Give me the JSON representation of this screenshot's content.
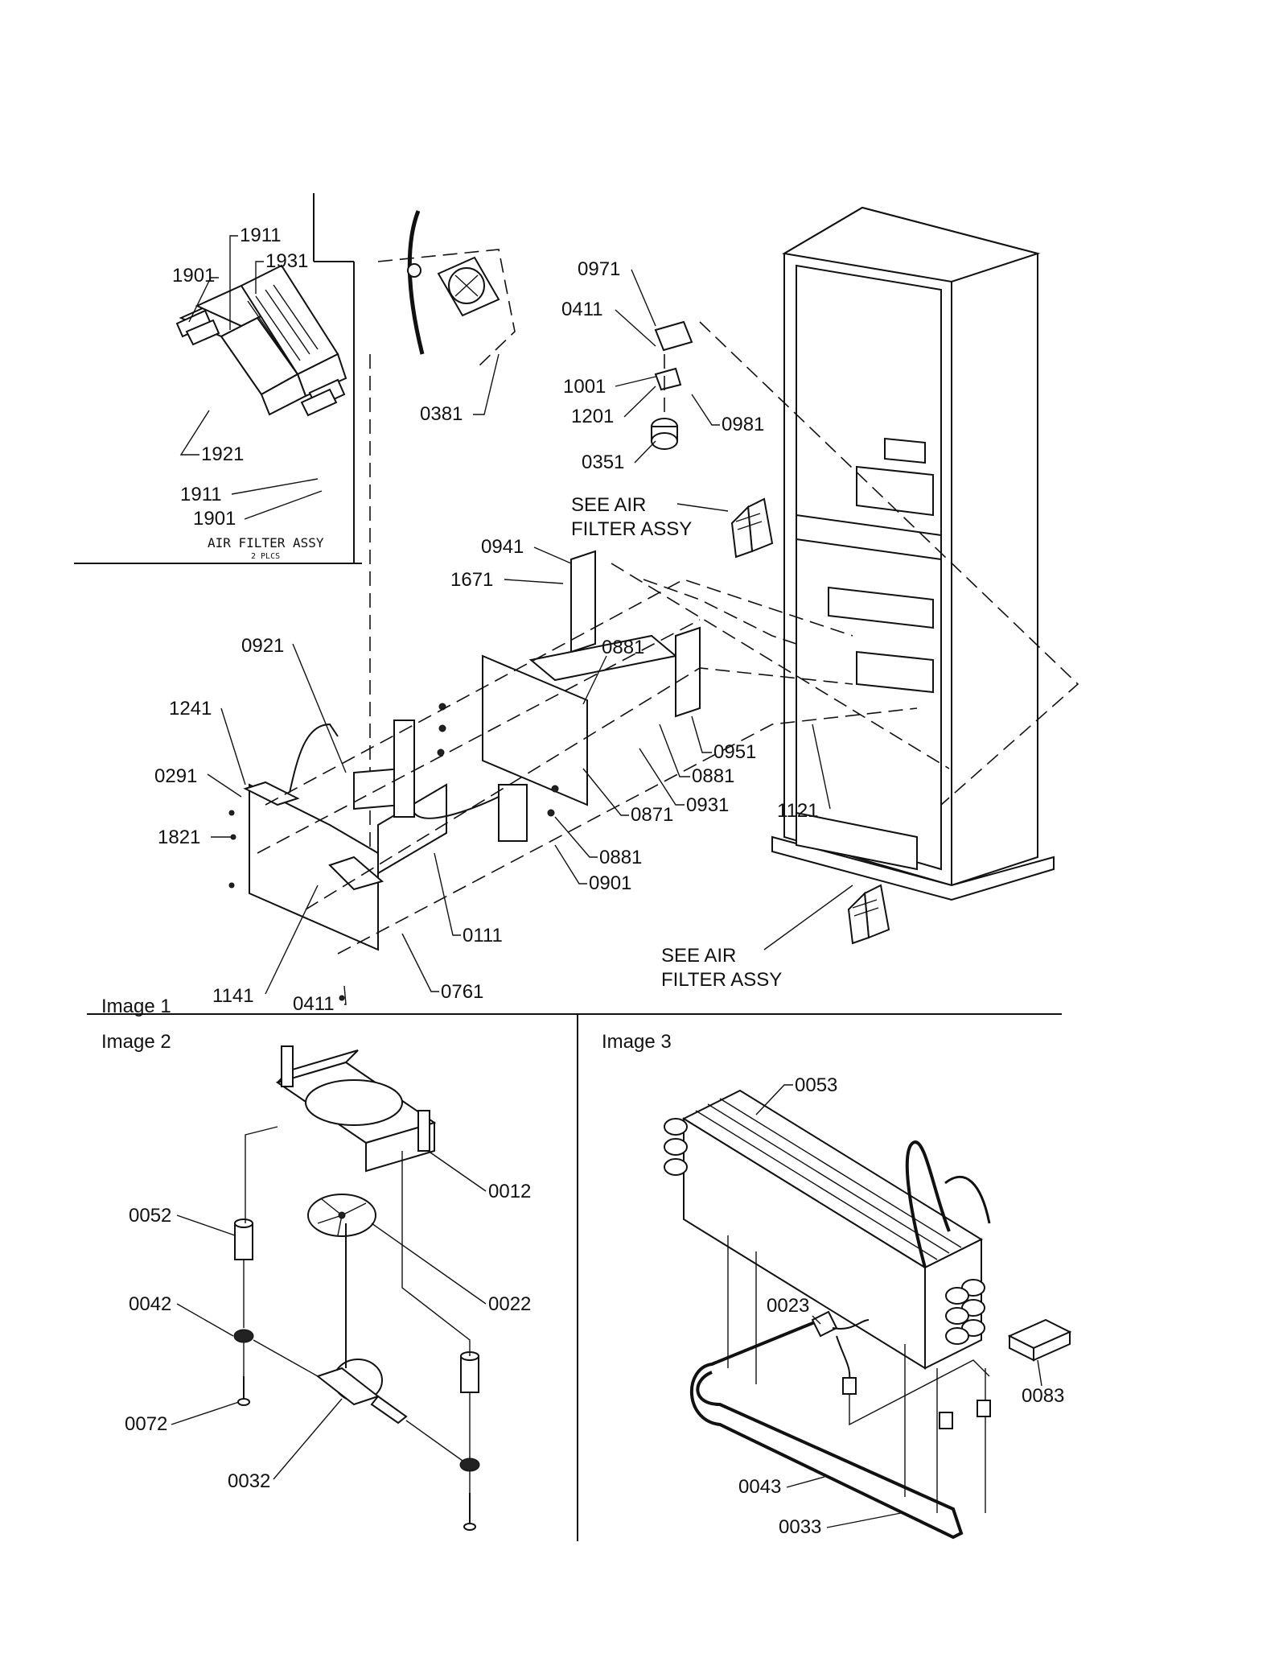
{
  "panels": {
    "image1": "Image 1",
    "image2": "Image 2",
    "image3": "Image 3"
  },
  "image1": {
    "air_filter_inset_caption": "AIR FILTER ASSY",
    "air_filter_inset_sub": "2 PLCS",
    "see_air_filter_upper": [
      "SEE AIR",
      "FILTER ASSY"
    ],
    "see_air_filter_lower": [
      "SEE AIR",
      "FILTER ASSY"
    ],
    "callouts": {
      "c1911a": "1911",
      "c1931": "1931",
      "c1901a": "1901",
      "c1921": "1921",
      "c1911b": "1911",
      "c1901b": "1901",
      "c0381": "0381",
      "c0971": "0971",
      "c0411a": "0411",
      "c1001": "1001",
      "c1201": "1201",
      "c0981": "0981",
      "c0351": "0351",
      "c0941": "0941",
      "c1671": "1671",
      "c0921": "0921",
      "c0881a": "0881",
      "c1241": "1241",
      "c0291": "0291",
      "c1821": "1821",
      "c0951": "0951",
      "c0881b": "0881",
      "c0931": "0931",
      "c0871": "0871",
      "c1121": "1121",
      "c0881c": "0881",
      "c0901": "0901",
      "c0111": "0111",
      "c1141": "1141",
      "c0411b": "0411",
      "c0761": "0761"
    }
  },
  "image2": {
    "callouts": {
      "c0012": "0012",
      "c0052": "0052",
      "c0022": "0022",
      "c0042": "0042",
      "c0072": "0072",
      "c0032": "0032"
    }
  },
  "image3": {
    "callouts": {
      "c0053": "0053",
      "c0023": "0023",
      "c0083": "0083",
      "c0043": "0043",
      "c0033": "0033"
    }
  }
}
